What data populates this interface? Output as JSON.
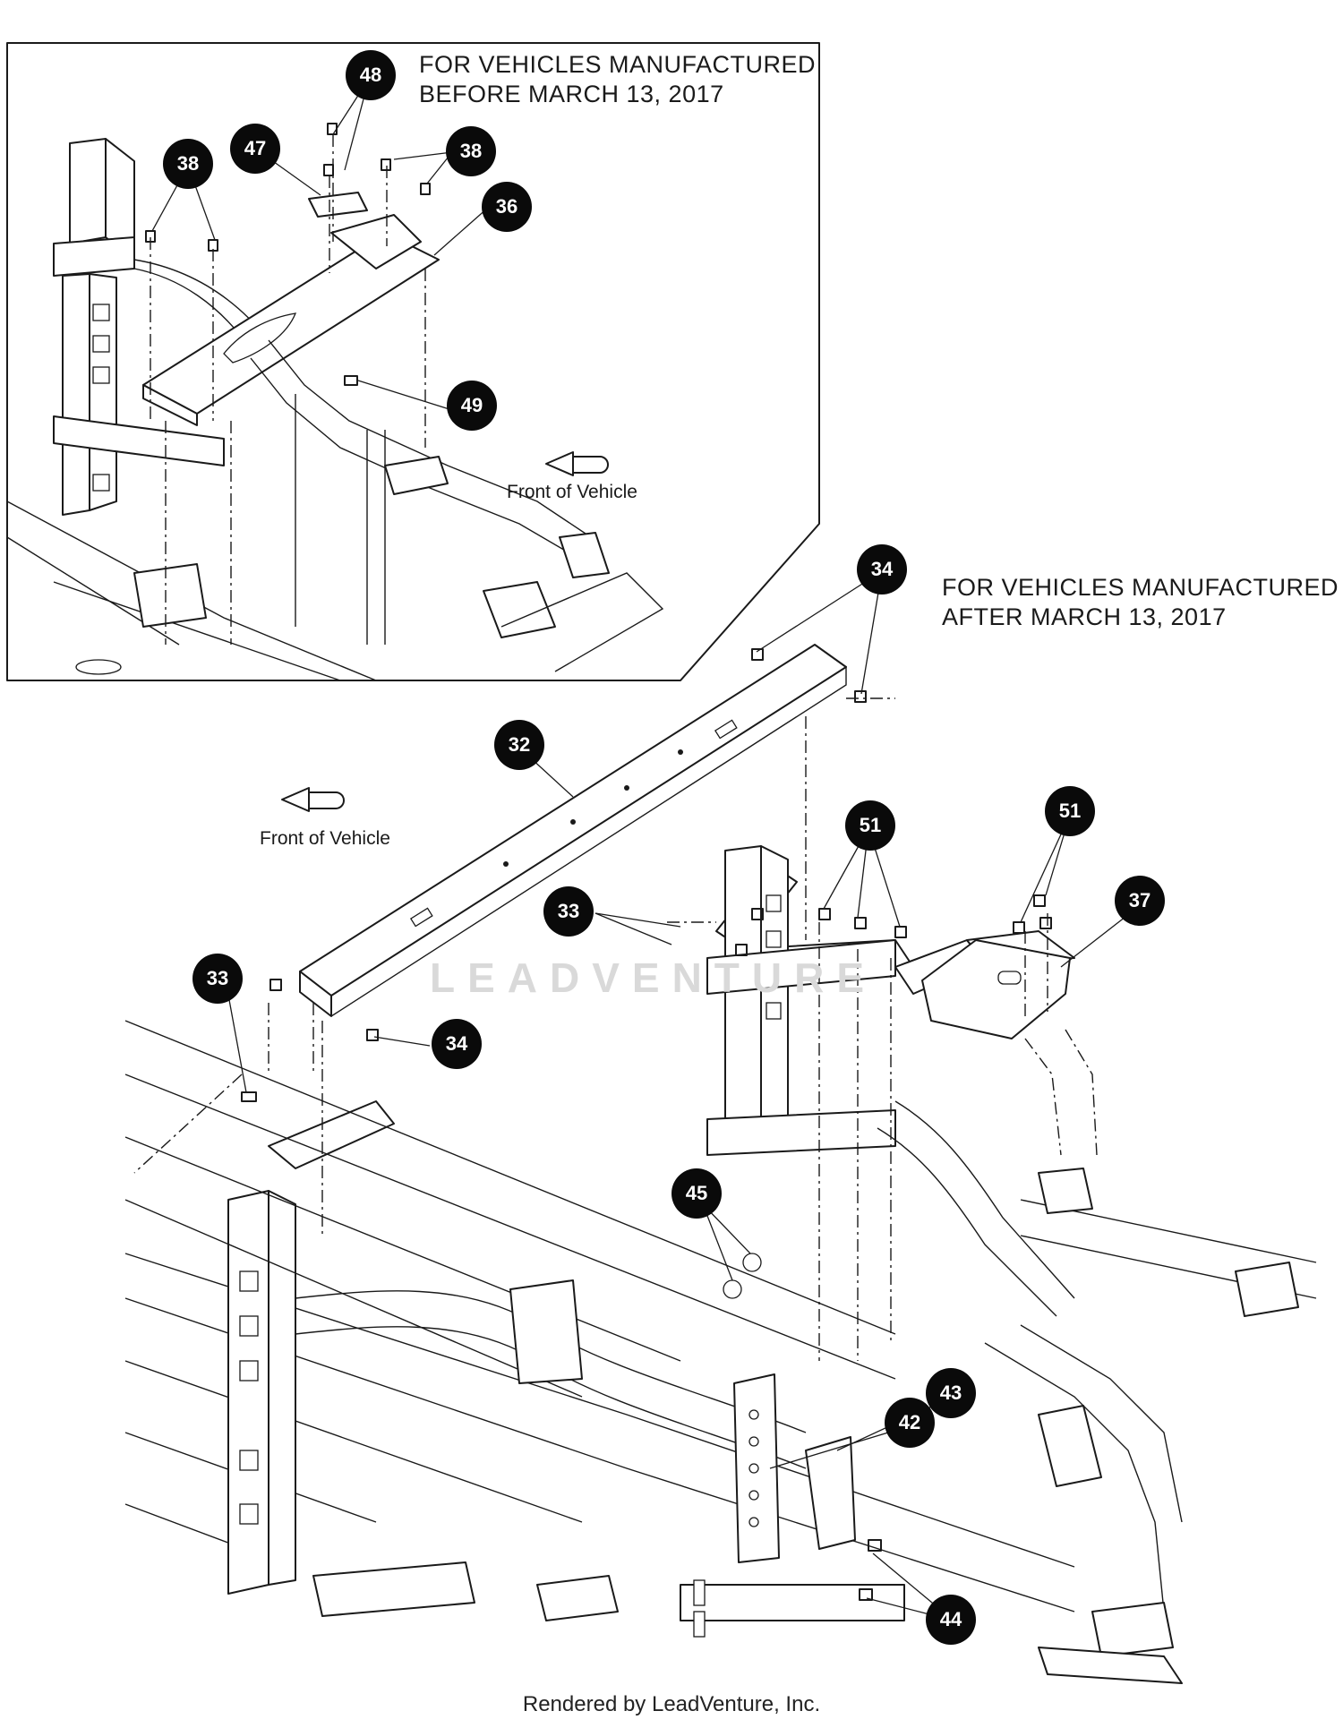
{
  "notes": {
    "before": [
      "FOR VEHICLES MANUFACTURED",
      "BEFORE MARCH 13, 2017"
    ],
    "after": [
      "FOR VEHICLES MANUFACTURED",
      "AFTER MARCH 13, 2017"
    ]
  },
  "front_of_vehicle_label": "Front of Vehicle",
  "watermark": "LEADVENTURE",
  "credit": "Rendered by LeadVenture, Inc.",
  "callouts": {
    "inset": [
      "48",
      "47",
      "38",
      "38",
      "36",
      "49"
    ],
    "main": [
      "34",
      "32",
      "51",
      "51",
      "37",
      "33",
      "33",
      "34",
      "45",
      "43",
      "42",
      "44"
    ]
  },
  "colors": {
    "callout_fill": "#0a0a0a",
    "line": "#1a1a1a",
    "watermark": "#d9d9d9"
  }
}
